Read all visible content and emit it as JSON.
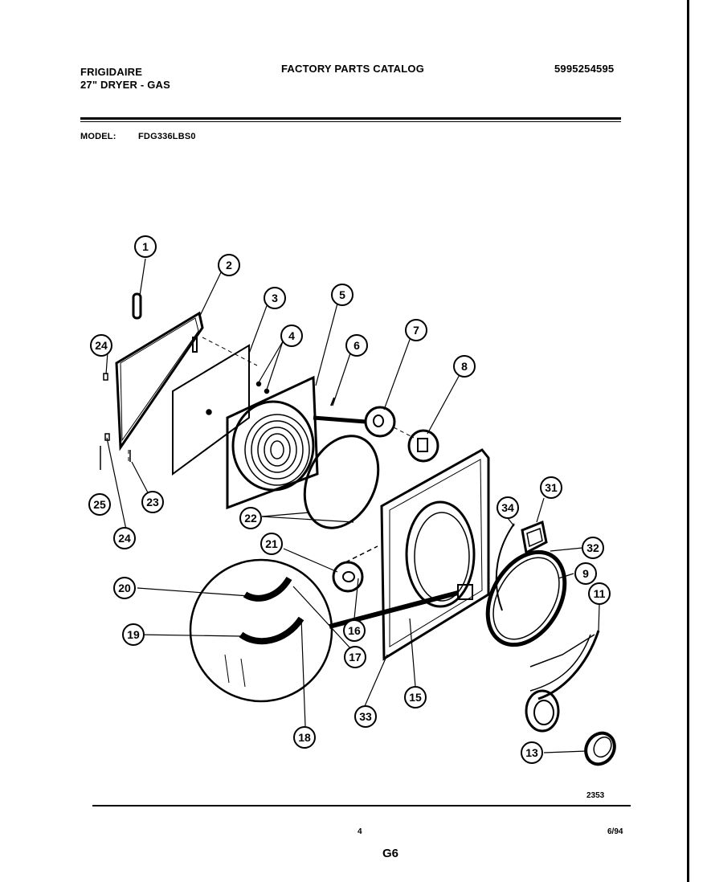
{
  "header": {
    "brand": "FRIGIDAIRE",
    "product": "27\" DRYER - GAS",
    "catalog_title": "FACTORY PARTS CATALOG",
    "catalog_number": "5995254595"
  },
  "model": {
    "label": "MODEL:",
    "value": "FDG336LBS0"
  },
  "callouts": [
    "1",
    "2",
    "3",
    "4",
    "5",
    "6",
    "7",
    "8",
    "24",
    "25",
    "24",
    "23",
    "22",
    "21",
    "20",
    "19",
    "18",
    "17",
    "16",
    "15",
    "33",
    "34",
    "31",
    "32",
    "9",
    "11",
    "13"
  ],
  "footer": {
    "diagram_code": "2353",
    "page_number": "4",
    "date": "6/94",
    "section": "G6"
  }
}
